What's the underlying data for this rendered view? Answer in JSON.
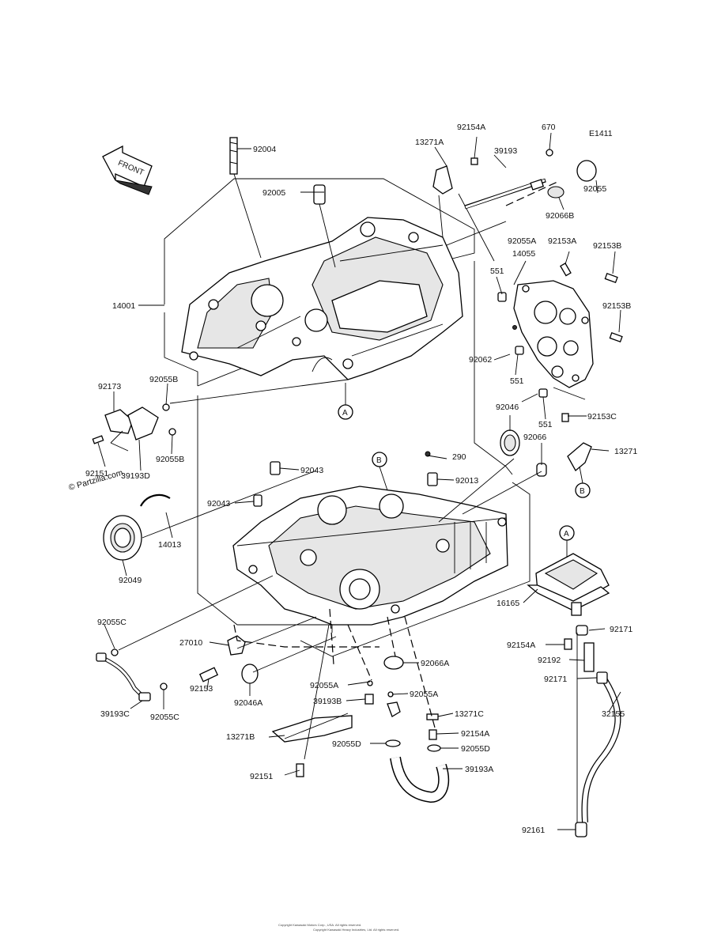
{
  "diagram_code": "E1411",
  "front_label": "FRONT",
  "watermark": "© Partzilla.com",
  "refs": {
    "A": "A",
    "B": "B"
  },
  "labels": {
    "p92004": "92004",
    "p92005": "92005",
    "p13271A": "13271A",
    "p92154A_top": "92154A",
    "p39193": "39193",
    "p670": "670",
    "p92055": "92055",
    "p92066B": "92066B",
    "p92055A_top": "92055A",
    "p92153A": "92153A",
    "p14055": "14055",
    "p92153B_top": "92153B",
    "p551_a": "551",
    "p92153B_mid": "92153B",
    "p14001": "14001",
    "p92062": "92062",
    "p551_b": "551",
    "p551_c": "551",
    "p92173": "92173",
    "p92055B_top": "92055B",
    "p92046": "92046",
    "p92066": "92066",
    "p92153C": "92153C",
    "p13271": "13271",
    "p290": "290",
    "p92151_left": "92151",
    "p39193D": "39193D",
    "p92055B_bot": "92055B",
    "p92043_a": "92043",
    "p92013": "92013",
    "p92043_b": "92043",
    "p14013": "14013",
    "p92049": "92049",
    "p16165": "16165",
    "p92171_right": "92171",
    "p92055C_top": "92055C",
    "p27010": "27010",
    "p92154A_right": "92154A",
    "p92192": "92192",
    "p92066A": "92066A",
    "p92171_lower": "92171",
    "p92055A_mid": "92055A",
    "p92055A_right": "92055A",
    "p39193B": "39193B",
    "p13271C": "13271C",
    "p32155": "32155",
    "p39193C": "39193C",
    "p92055C_bot": "92055C",
    "p92153": "92153",
    "p92046A": "92046A",
    "p92154A_low": "92154A",
    "p13271B": "13271B",
    "p92055D_a": "92055D",
    "p92055D_b": "92055D",
    "p92151_bot": "92151",
    "p39193A": "39193A",
    "p92161": "92161"
  },
  "footer_lines": [
    "Copyright Kawasaki Motors Corp., USA. All rights reserved.",
    "Copyright Kawasaki Heavy Industries, Ltd. All rights reserved."
  ]
}
